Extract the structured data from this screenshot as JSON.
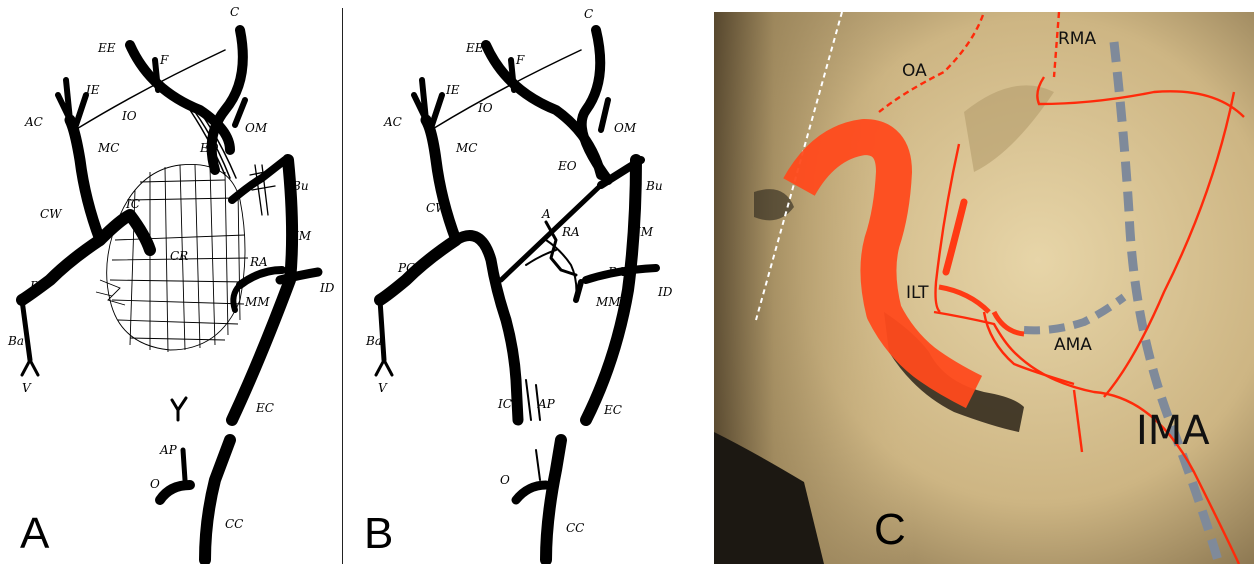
{
  "panel_a": {
    "letter": "A",
    "labels": {
      "EE": "EE",
      "F": "F",
      "C": "C",
      "IE": "IE",
      "AC": "AC",
      "IO": "IO",
      "MC": "MC",
      "OM": "OM",
      "EO": "EO",
      "Bu": "Bu",
      "CW": "CW",
      "IC": "IC",
      "CR": "CR",
      "IM": "IM",
      "RA": "RA",
      "PC": "PC",
      "MM": "MM",
      "ID": "ID",
      "Ba": "Ba",
      "V": "V",
      "EC": "EC",
      "AP": "AP",
      "O": "O",
      "CC": "CC"
    }
  },
  "panel_b": {
    "letter": "B",
    "labels": {
      "EE": "EE",
      "F": "F",
      "C": "C",
      "IE": "IE",
      "AC": "AC",
      "IO": "IO",
      "MC": "MC",
      "OM": "OM",
      "EO": "EO",
      "Bu": "Bu",
      "CW": "CW",
      "A": "A",
      "RA1": "RA",
      "IM": "IM",
      "PC": "PC",
      "RA2": "RA",
      "ID": "ID",
      "MM": "MM",
      "Ba": "Ba",
      "V": "V",
      "IC": "IC",
      "AP": "AP",
      "EC": "EC",
      "O": "O",
      "CC": "CC"
    }
  },
  "panel_c": {
    "letter": "C",
    "labels": {
      "OA": "OA",
      "RMA": "RMA",
      "ILT": "ILT",
      "AMA": "AMA",
      "IMA": "IMA"
    },
    "colors": {
      "vessel": "#ff4a1c",
      "vessel_line": "#ff2a0a",
      "ima_dashed": "#7f8a9a",
      "bone": "#d9c497"
    }
  }
}
